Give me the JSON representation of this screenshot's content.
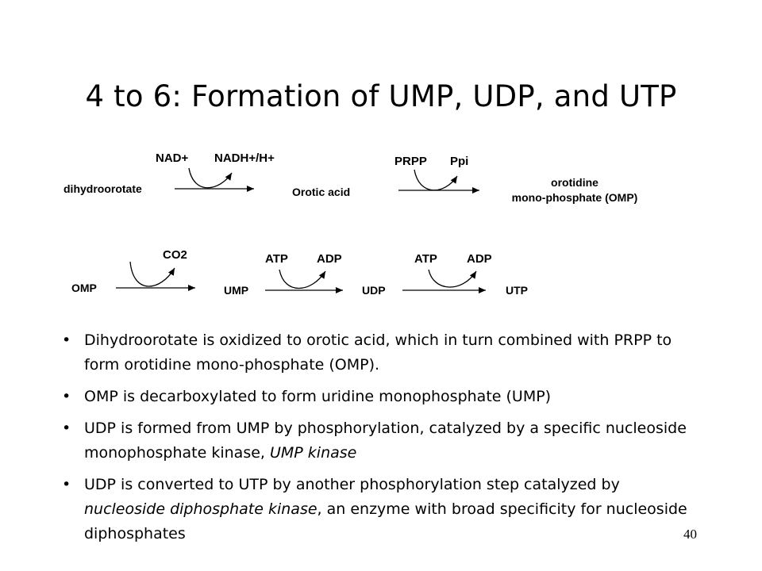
{
  "title": "4 to 6: Formation of UMP, UDP, and UTP",
  "reaction1": {
    "substrate": "dihydroorotate",
    "cofactor_in": "NAD+",
    "cofactor_out": "NADH+/H+",
    "product": "Orotic acid"
  },
  "reaction2": {
    "cofactor_in": "PRPP",
    "cofactor_out": "Ppi",
    "product_line1": "orotidine",
    "product_line2": "mono-phosphate (OMP)"
  },
  "reaction3": {
    "substrate": "OMP",
    "byproduct": "CO2",
    "product": "UMP"
  },
  "reaction4": {
    "cofactor_in": "ATP",
    "cofactor_out": "ADP",
    "product": "UDP"
  },
  "reaction5": {
    "cofactor_in": "ATP",
    "cofactor_out": "ADP",
    "product": "UTP"
  },
  "bullets": [
    {
      "text": "Dihydroorotate is oxidized to orotic acid, which in turn combined with PRPP to form orotidine mono-phosphate (OMP)."
    },
    {
      "text": "OMP is decarboxylated to form uridine monophosphate (UMP)"
    },
    {
      "before": "UDP is formed from UMP by phosphorylation, catalyzed by a specific nucleoside monophosphate kinase, ",
      "em": "UMP kinase",
      "after": ""
    },
    {
      "before": "UDP is converted to UTP by another phosphorylation step catalyzed by ",
      "em": "nucleoside diphosphate kinase",
      "after": ", an enzyme with broad specificity for nucleoside diphosphates"
    }
  ],
  "page_number": "40"
}
